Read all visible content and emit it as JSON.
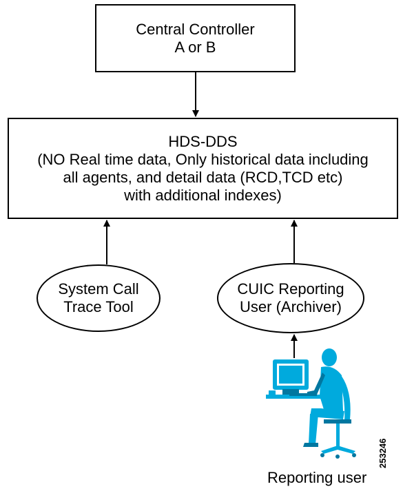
{
  "nodes": {
    "central_controller": "Central Controller\nA or B",
    "hds_dds": "HDS-DDS\n(NO Real time data, Only historical data including\nall agents, and detail data (RCD,TCD etc)\nwith additional indexes)",
    "system_call_trace_tool": "System Call\nTrace Tool",
    "cuic_reporting_user": "CUIC Reporting\nUser (Archiver)"
  },
  "reporting_user_label": "Reporting user",
  "figure_number": "253246",
  "edges": [
    {
      "from": "central_controller",
      "to": "hds_dds"
    },
    {
      "from": "system_call_trace_tool",
      "to": "hds_dds"
    },
    {
      "from": "cuic_reporting_user",
      "to": "hds_dds"
    },
    {
      "from": "reporting_user",
      "to": "cuic_reporting_user"
    }
  ],
  "colors": {
    "line": "#000000",
    "figure": "#00aadd",
    "figure_dark": "#0077a0"
  }
}
